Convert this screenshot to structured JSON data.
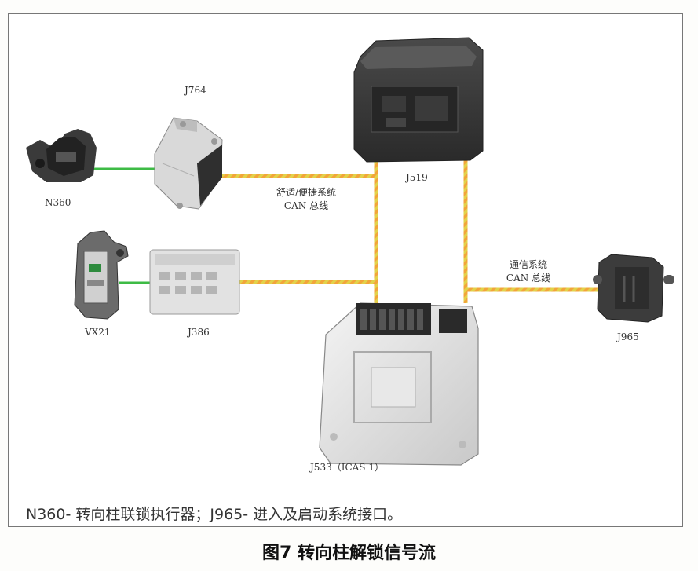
{
  "components": {
    "n360": "N360",
    "j764": "J764",
    "j519": "J519",
    "vx21": "VX21",
    "j386": "J386",
    "j965": "J965",
    "j533": "J533（ICAS 1）"
  },
  "buses": {
    "comfort_line1": "舒适/便捷系统",
    "comfort_line2": "CAN 总线",
    "comm_line1": "通信系统",
    "comm_line2": "CAN 总线"
  },
  "legend": "N360- 转向柱联锁执行器；J965- 进入及启动系统接口。",
  "caption": "图7 转向柱解锁信号流",
  "colors": {
    "green_wire": "#3dbb45",
    "bus_orange": "#f2a53a",
    "bus_yellow": "#e2d24a",
    "frame": "#777777"
  }
}
